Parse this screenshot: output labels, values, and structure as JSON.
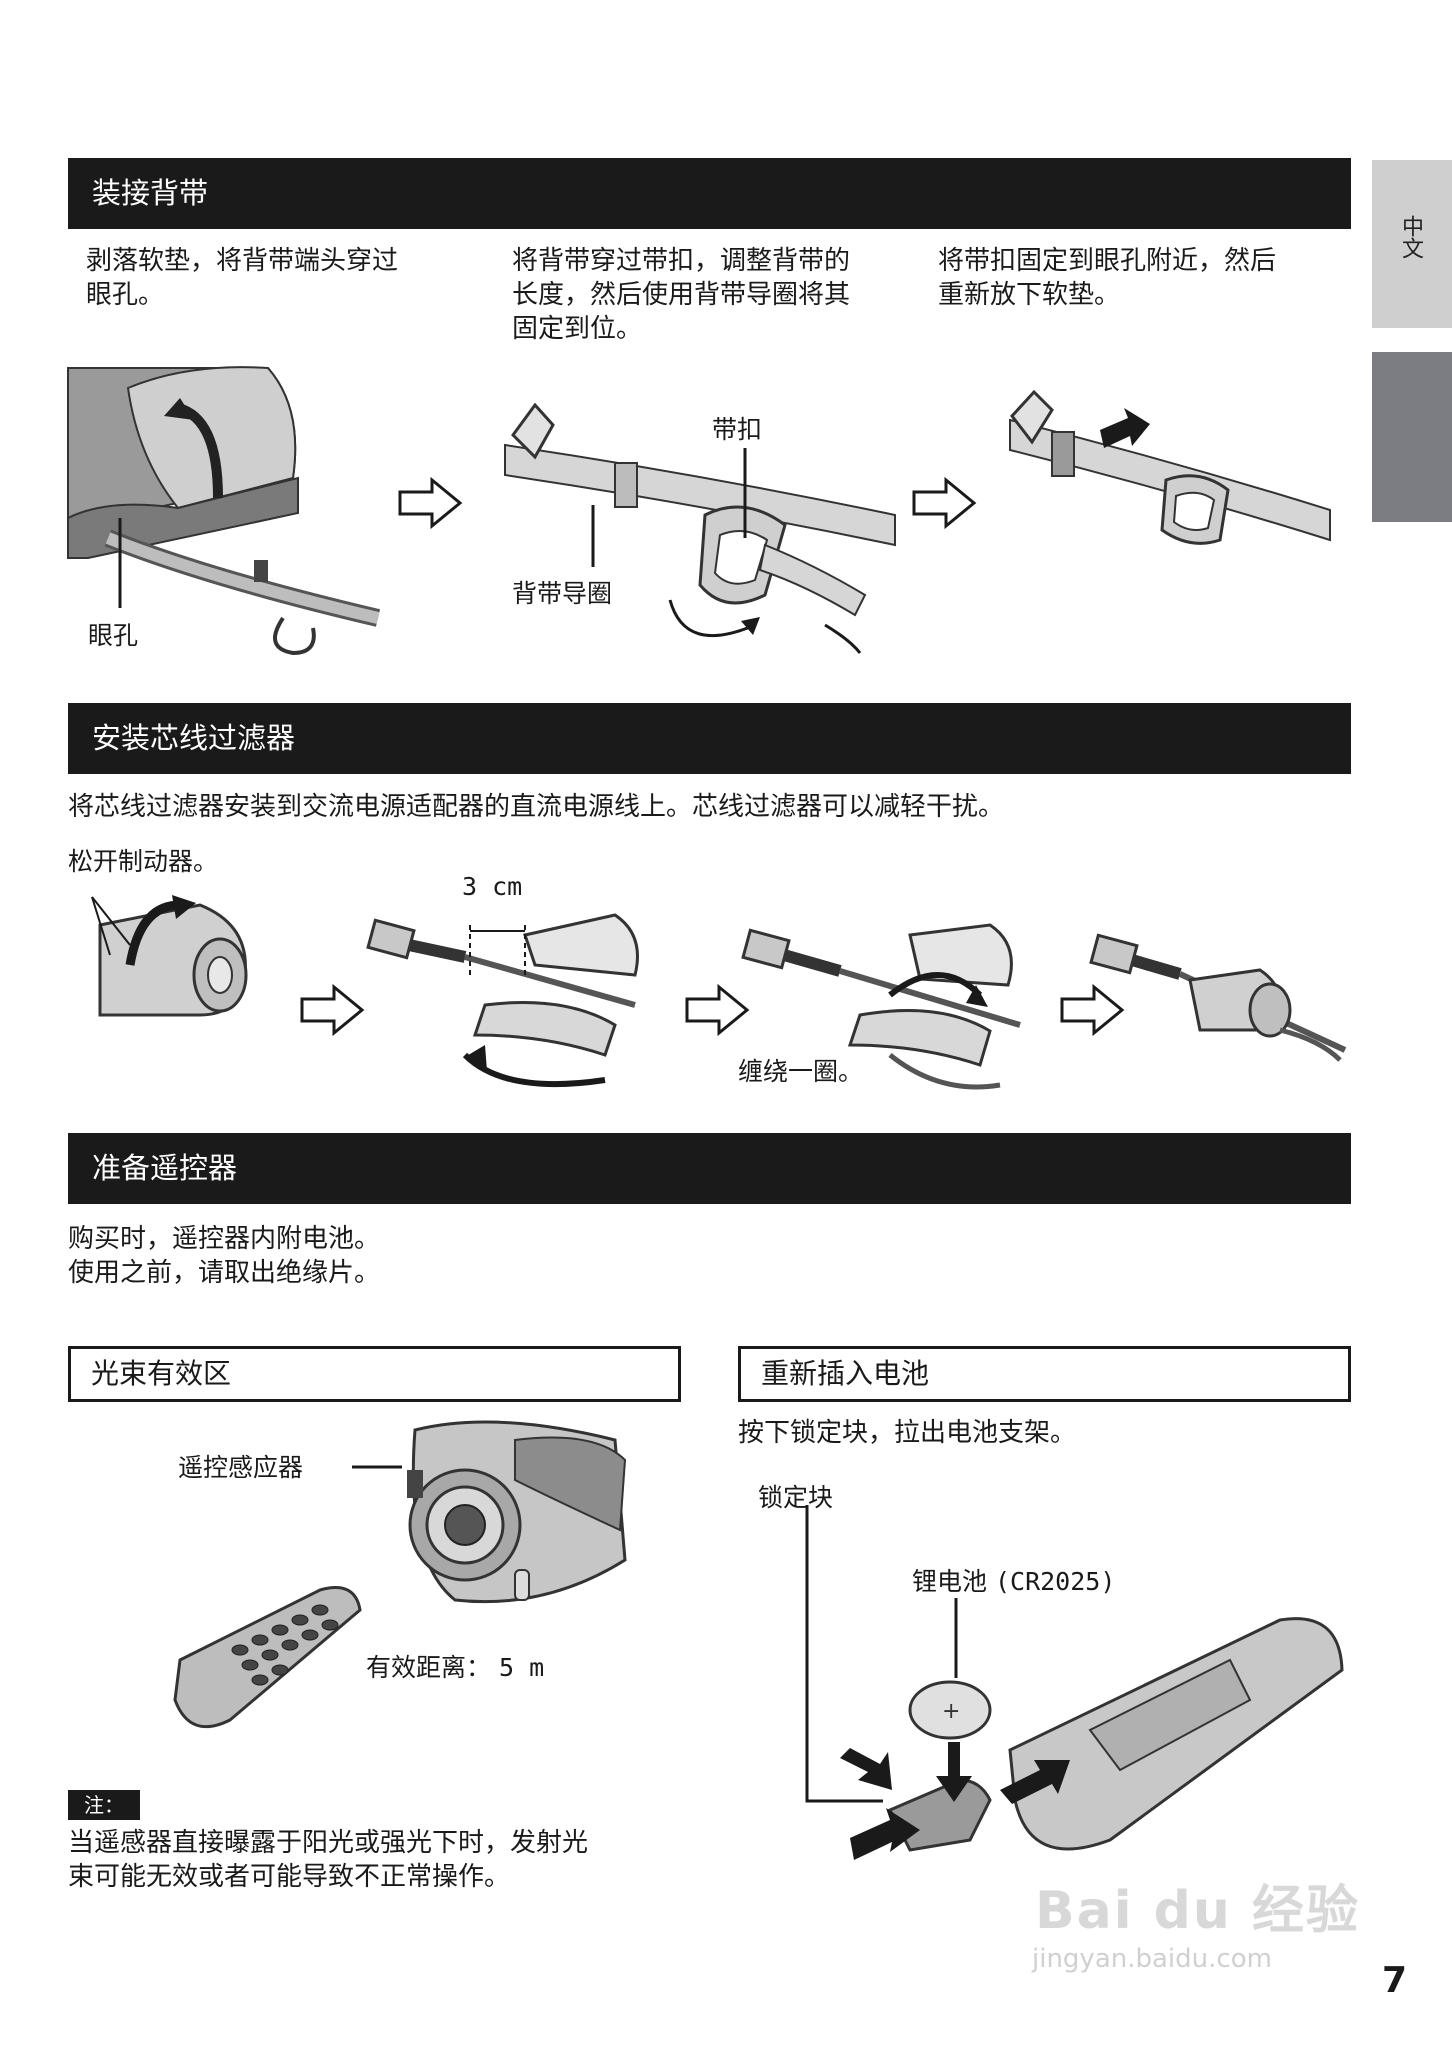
{
  "side_tabs": {
    "language": "中文"
  },
  "strap": {
    "title": "装接背带",
    "step1": "剥落软垫，将背带端头穿过\n眼孔。",
    "step2": "将背带穿过带扣，调整背带的\n长度，然后使用背带导圈将其\n固定到位。",
    "step3": "将带扣固定到眼孔附近，然后\n重新放下软垫。",
    "label_eyelet": "眼孔",
    "label_buckle": "带扣",
    "label_guide": "背带导圈"
  },
  "filter": {
    "title": "安装芯线过滤器",
    "desc": "将芯线过滤器安装到交流电源适配器的直流电源线上。芯线过滤器可以减轻干扰。",
    "step_label": "松开制动器。",
    "dim_label": "3 cm",
    "wrap_label": "缠绕一圈。"
  },
  "remote": {
    "title": "准备遥控器",
    "desc": "购买时，遥控器内附电池。\n使用之前，请取出绝缘片。"
  },
  "beam": {
    "title": "光束有效区",
    "sensor_label": "遥控感应器",
    "range_label": "有效距离：",
    "range_value": "5 m",
    "note_badge": "注：",
    "note_text": "当遥感器直接曝露于阳光或强光下时，发射光\n束可能无效或者可能导致不正常操作。"
  },
  "battery": {
    "title": "重新插入电池",
    "desc": "按下锁定块，拉出电池支架。",
    "lock_label": "锁定块",
    "battery_label": "锂电池",
    "battery_model": "(CR2025)"
  },
  "watermark": {
    "brand": "Bai du 经验",
    "url": "jingyan.baidu.com"
  },
  "page_number": "7"
}
